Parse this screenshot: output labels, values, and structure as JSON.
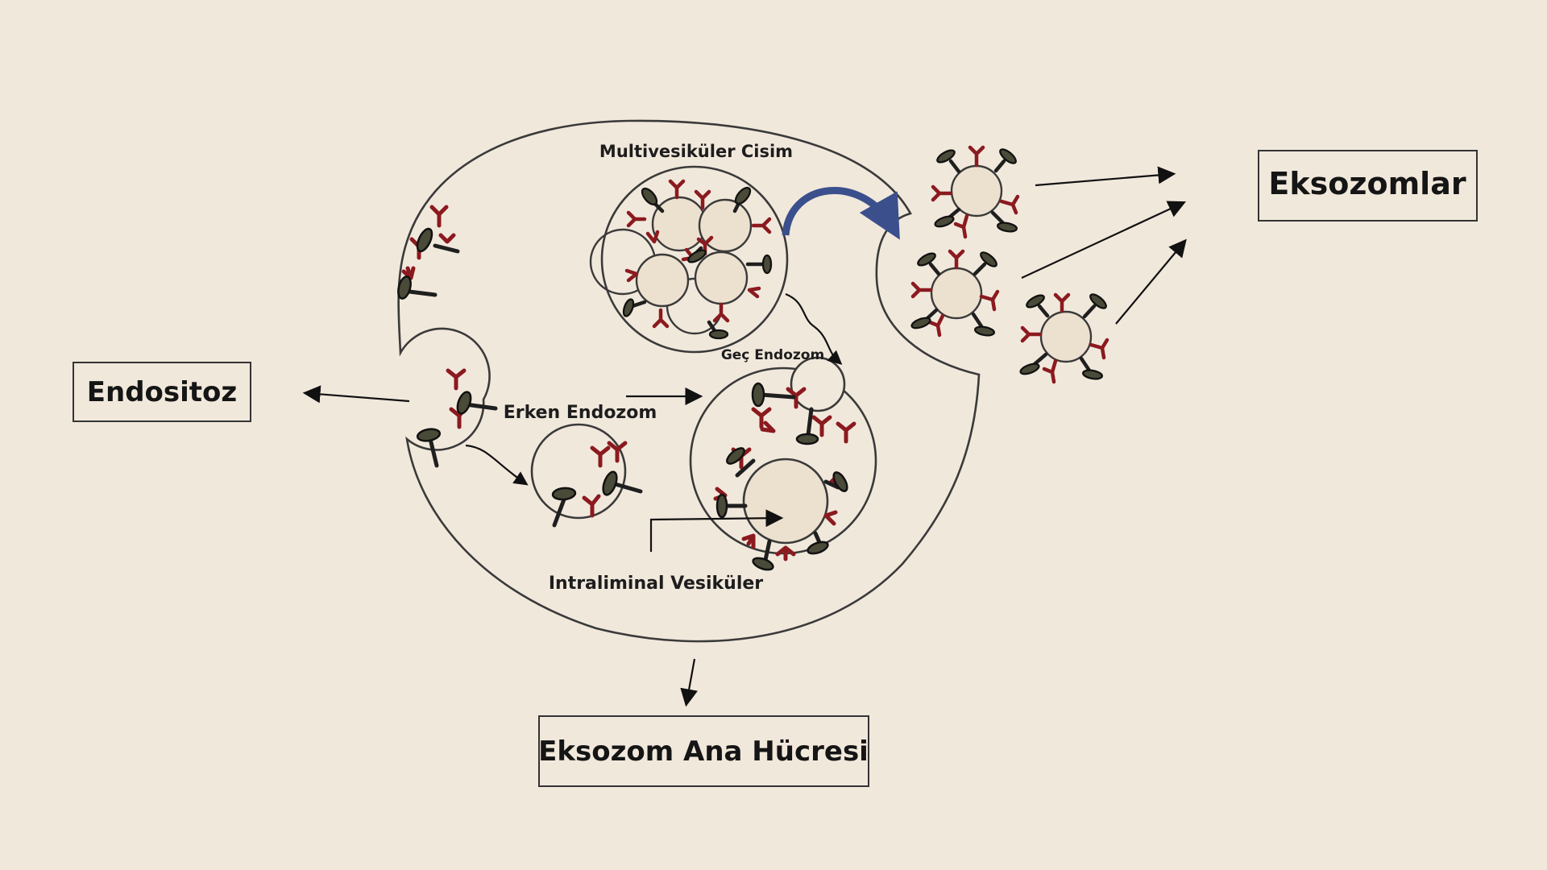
{
  "labels": {
    "endositoz": "Endositoz",
    "eksozomlar": "Eksozomlar",
    "ana_hucre": "Eksozom Ana Hücresi",
    "mvb": "Multivesiküler Cisim",
    "gec_endozom": "Geç Endozom",
    "erken_endozom": "Erken Endozom",
    "ilv": "Intraliminal Vesiküler"
  },
  "colors": {
    "background": "#f1e8dc",
    "membrane": "#3a3a3a",
    "vesicle_fill": "#ece1cf",
    "receptor_red": "#8b1a1f",
    "receptor_dark": "#1f1f1f",
    "cap_fill": "#4a4a38",
    "release_arrow": "#3b4f8c"
  }
}
